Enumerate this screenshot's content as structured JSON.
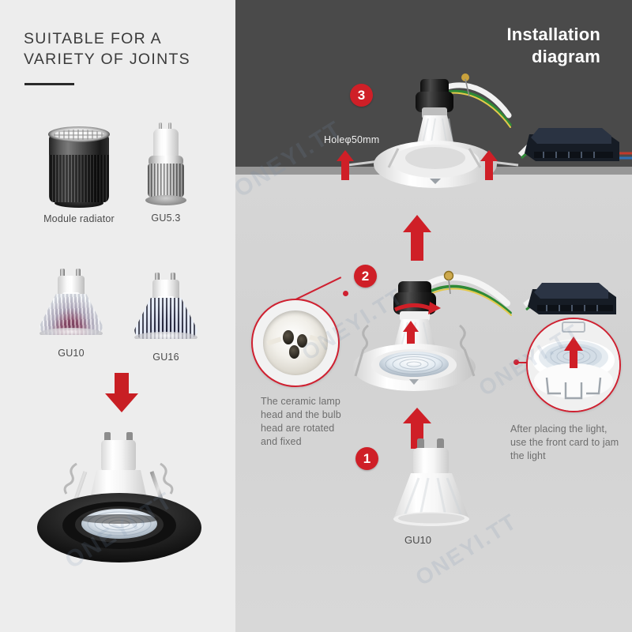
{
  "left": {
    "title_line1": "SUITABLE FOR A",
    "title_line2": "VARIETY OF JOINTS",
    "products": [
      {
        "label": "Module radiator",
        "icon": "module-radiator-icon"
      },
      {
        "label": "GU5.3",
        "icon": "gu53-bulb-icon"
      },
      {
        "label": "GU10",
        "icon": "gu10-bulb-icon"
      },
      {
        "label": "GU16",
        "icon": "gu16-bulb-icon"
      }
    ],
    "arrow_icon": "down-arrow-icon",
    "result_fixture_icon": "black-downlight-fixture-icon"
  },
  "right": {
    "title_line1": "Installation",
    "title_line2": "diagram",
    "hole_label": "Holeφ50mm",
    "steps": [
      {
        "number": "1",
        "name": "step-1"
      },
      {
        "number": "2",
        "name": "step-2"
      },
      {
        "number": "3",
        "name": "step-3"
      }
    ],
    "bulb_caption": "GU10",
    "callouts": [
      {
        "name": "ceramic-lamp-head-callout",
        "text": "The ceramic lamp head and the bulb head are rotated and fixed"
      },
      {
        "name": "front-card-callout",
        "text": "After placing the light, use the front card to jam the light"
      }
    ]
  },
  "watermark": "ONEYI.TT",
  "colors": {
    "accent_red": "#cf1f27",
    "panel_bg": "#ededed",
    "ceiling": "#4a4a4a",
    "wall": "#d3d3d3",
    "title_text": "#3b3b3b",
    "caption_text": "#6e6e6e"
  }
}
